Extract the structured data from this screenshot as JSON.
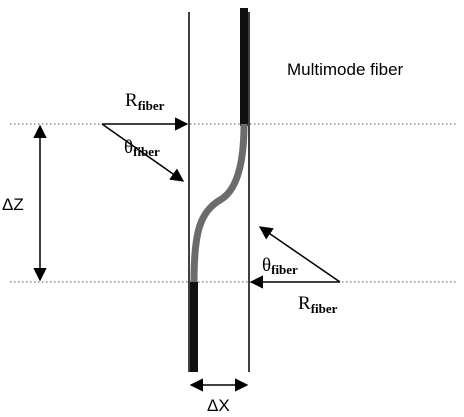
{
  "title": "Multimode fiber",
  "labels": {
    "r_main": "R",
    "r_sub": "fiber",
    "theta_main": "θ",
    "theta_sub": "fiber",
    "delta_z": "ΔZ",
    "delta_x": "ΔX"
  },
  "colors": {
    "line": "#000000",
    "dotted": "#555555",
    "fiber_core": "#6b6b6b",
    "fiber_clad": "#111111"
  }
}
